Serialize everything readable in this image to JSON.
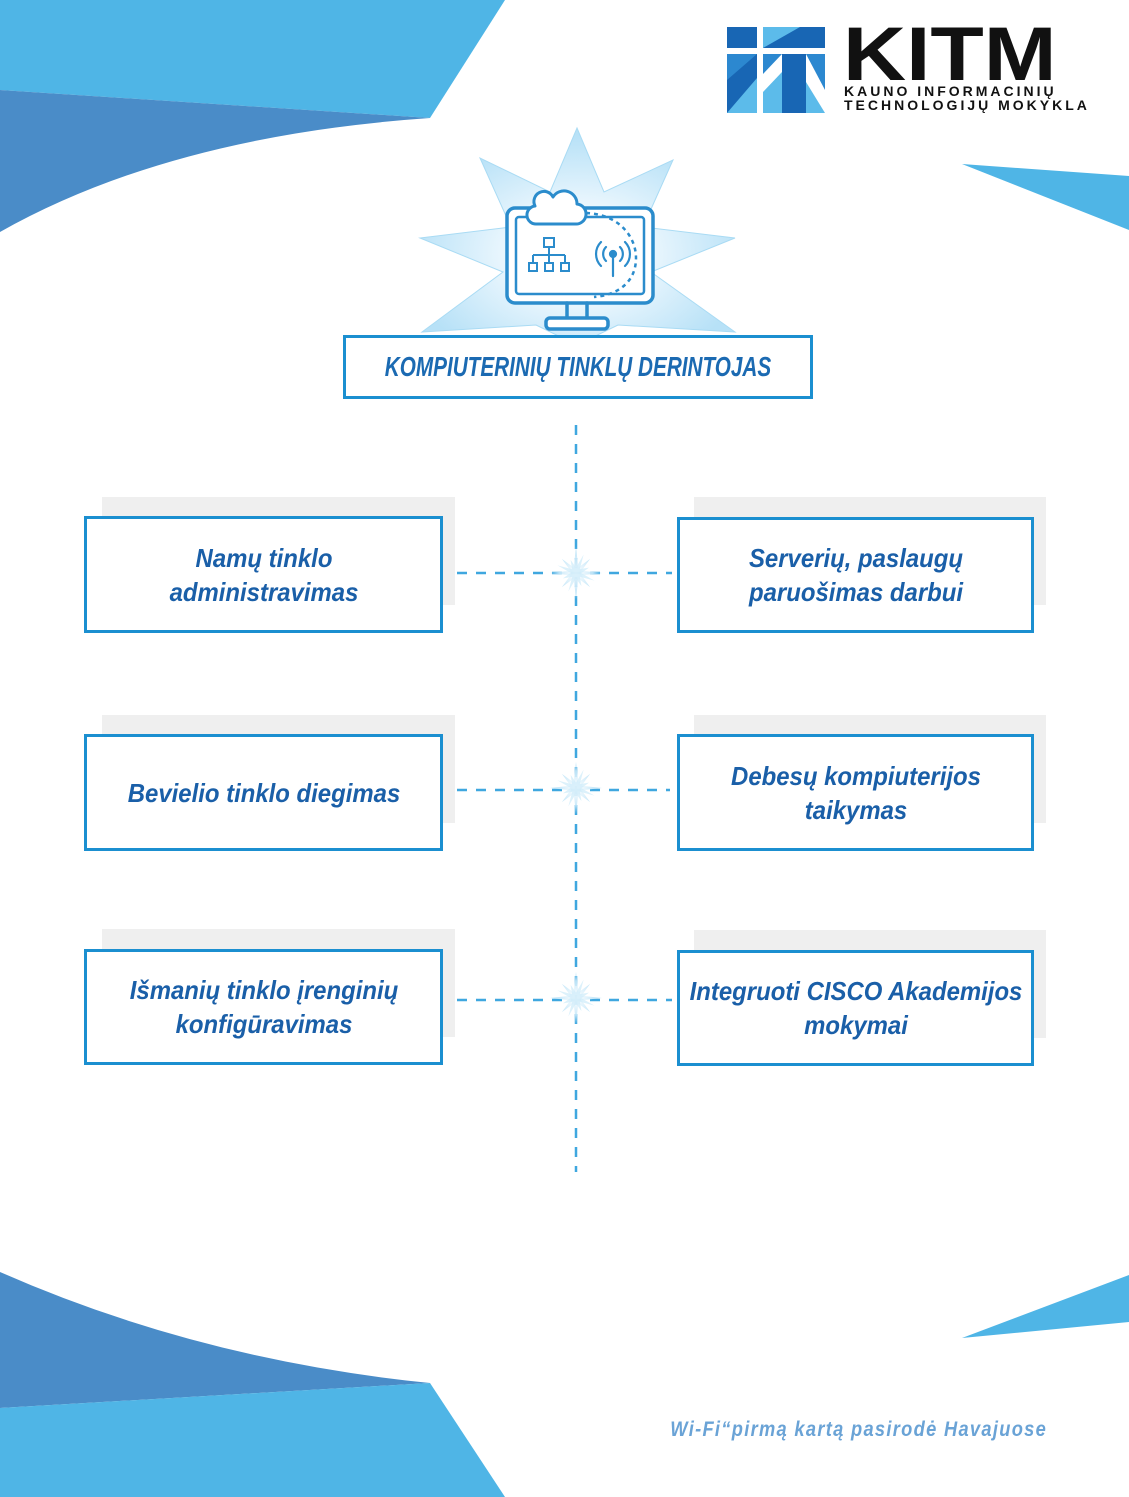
{
  "logo": {
    "name": "KITM",
    "line1": "KAUNO INFORMACINIŲ",
    "line2": "TECHNOLOGIJŲ MOKYKLA"
  },
  "title": "KOMPIUTERINIŲ TINKLŲ DERINTOJAS",
  "topics": {
    "left": [
      {
        "lines": [
          "Namų tinklo",
          "administravimas"
        ]
      },
      {
        "lines": [
          "Bevielio tinklo diegimas"
        ]
      },
      {
        "lines": [
          "Išmanių tinklo įrenginių",
          "konfigūravimas"
        ]
      }
    ],
    "right": [
      {
        "lines": [
          "Serverių, paslaugų",
          "paruošimas darbui"
        ]
      },
      {
        "lines": [
          "Debesų kompiuterijos",
          "taikymas"
        ]
      },
      {
        "lines": [
          "Integruoti CISCO Akademijos",
          "mokymai"
        ]
      }
    ]
  },
  "footer_note": "Wi-Fi“pirmą kartą pasirodė Havajuose",
  "colors": {
    "accent": "#1b8fd0",
    "text_blue": "#1a5fa8",
    "title_blue": "#1b6ab2",
    "corner_light": "#4fb5e6",
    "corner_dark": "#4a8cc8",
    "connector": "#3fa7df",
    "footer": "#6aa3d6",
    "panel_shadow": "#efefef"
  },
  "icons": {
    "logo": "kitm-it-logo-icon",
    "hero": "monitor-network-icon",
    "cloud": "cloud-icon",
    "network": "network-tree-icon",
    "antenna": "wifi-antenna-icon",
    "node": "sparkle-icon"
  }
}
